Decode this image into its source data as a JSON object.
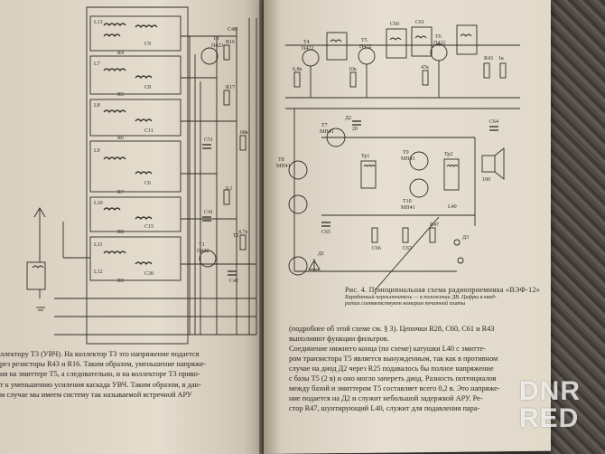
{
  "scene": {
    "description_tag": "photo-of-open-book"
  },
  "left_page": {
    "lines": [
      "ллектору Т3 (УВЧ). На коллектор Т3 это напряжение подается",
      "рез резисторы R43 и R16. Таким образом, уменьшение напряже-",
      "ия на эмиттере Т5, а следовательно, и на коллекторе Т3 приво-",
      "т к уменьшению усиления каскада УВЧ. Таким образом, в дан-",
      "м случае мы имеем систему так называемой встречной АРУ"
    ],
    "labels": [
      "Т3",
      "П423",
      "Т1",
      "П422",
      "Т2",
      "R16",
      "R17",
      "C48",
      "C51",
      "L13",
      "L7",
      "L8",
      "L9",
      "L10",
      "L11",
      "L12",
      "C9",
      "C8",
      "C11",
      "C6",
      "C15",
      "C30",
      "C41",
      "C42",
      "R4",
      "R5",
      "R6",
      "R7",
      "R8",
      "R9",
      "68к",
      "4,7к",
      "0,1"
    ]
  },
  "right_page": {
    "labels": [
      "Т4",
      "П422",
      "Т5",
      "П422",
      "Т6",
      "П422",
      "Т7",
      "МП41",
      "Т8",
      "МП41",
      "Т9",
      "МП41",
      "Т10",
      "МП41",
      "Д1",
      "Д2",
      "Д3",
      "Тр1",
      "Тр2",
      "C60",
      "C61",
      "R43",
      "R47",
      "L40",
      "C64",
      "C65",
      "C66",
      "C67",
      "6,8к",
      "10к",
      "47к",
      "1к",
      "20",
      "100"
    ],
    "caption_title": "Рис. 4. Принципиальная схема радиоприемника «ВЭФ-12»",
    "caption_sub_1": "Барабанный переключатель — в положении ДВ. Цифры в квад-",
    "caption_sub_2": "ратах соответствуют номерам печатной платы",
    "lines": [
      "(подробнее об этой схеме см. § 3). Цепочки R28, C60, C61 и R43",
      "выполняют функции фильтров.",
      "Соединение нижнего конца (по схеме) катушки L40 с эмитте-",
      "ром транзистора Т5 является вынужденным, так как в противном",
      "случае на диод Д2 через R25 подавалось бы полное напряжение",
      "с базы Т5 (2 в) и оно могло запереть диод. Разность потенциалов",
      "между базой и эмиттером Т5 составляет всего 0,2 в. Это напряже-",
      "ние подается на Д2 и служит небольшой задержкой АРУ. Ре-",
      "стор R47, шунтирующий L40, служит для подавления пара-"
    ]
  },
  "watermark": {
    "line1": "DNR",
    "line2": "RED"
  }
}
